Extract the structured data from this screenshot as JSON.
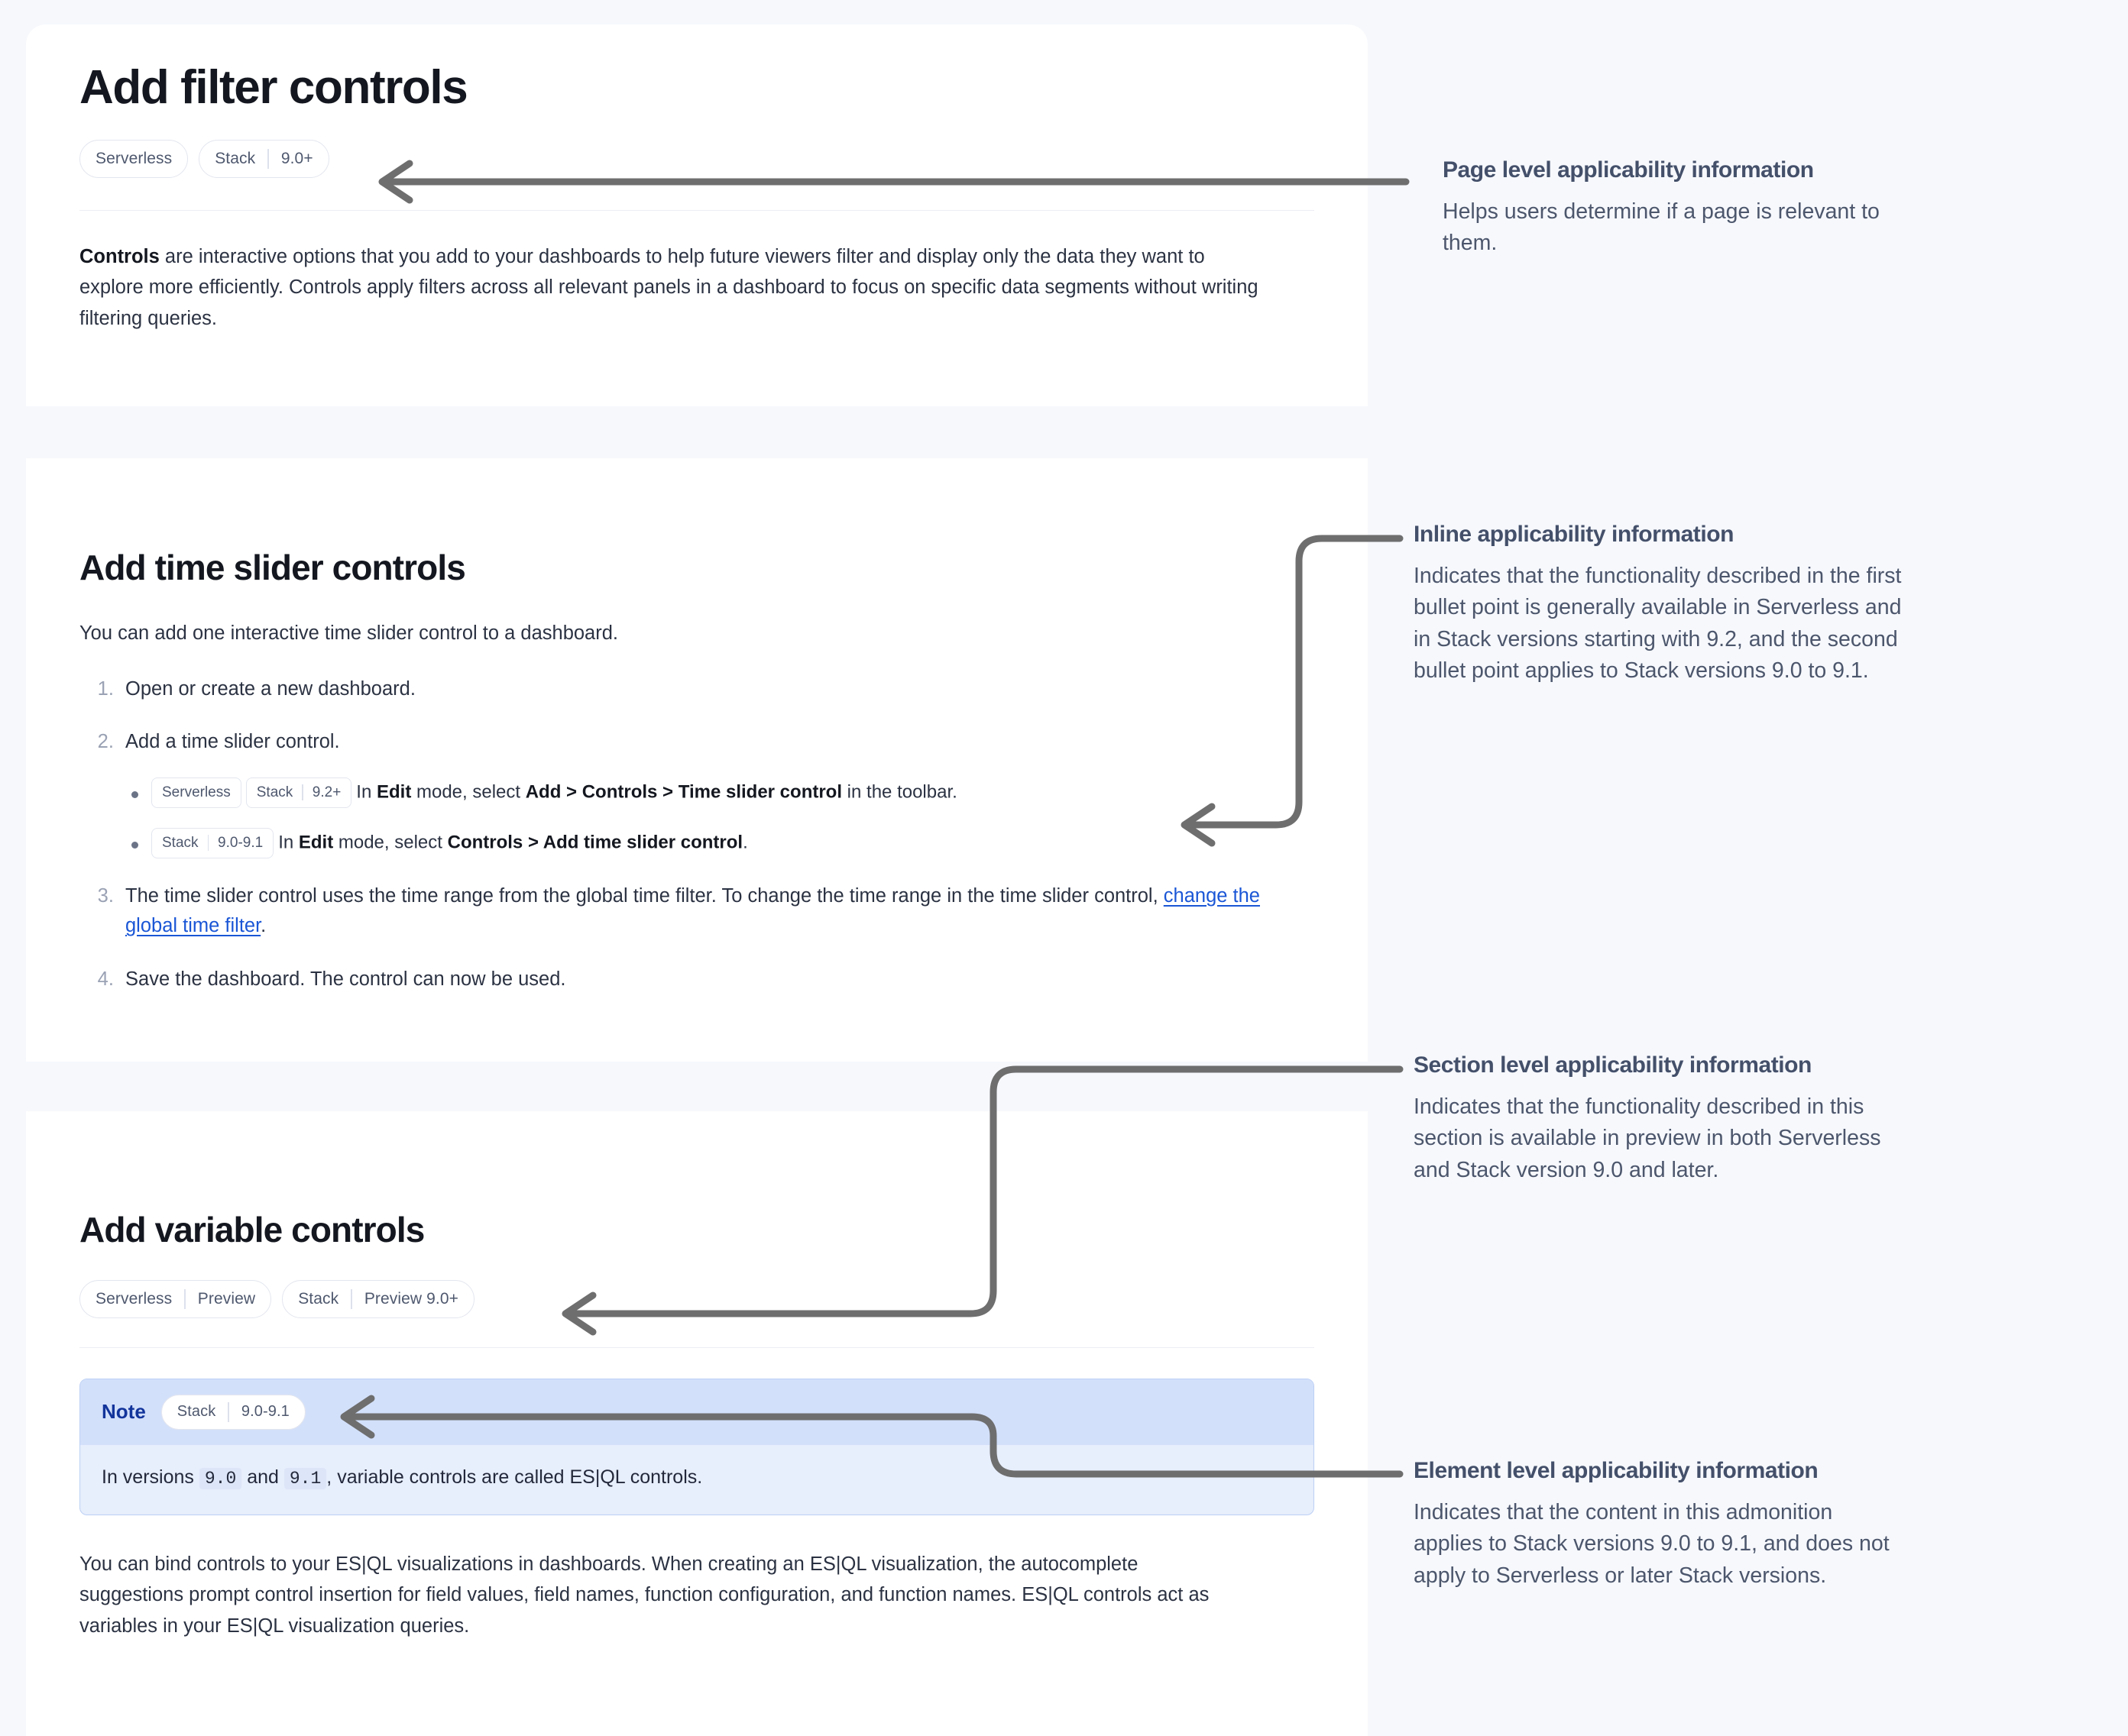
{
  "colors": {
    "page_bg": "#f6f8fc",
    "card_bg": "#ffffff",
    "connector": "#6e6e6e",
    "link": "#1a56d6",
    "note_border": "#bcd0f5",
    "note_head_bg": "#d3e0fa",
    "note_body_bg": "#e7eefc",
    "note_title": "#12349b",
    "badge_text": "#4e586e",
    "annotation_heading": "#44506a",
    "annotation_text": "#4c566c"
  },
  "doc": {
    "page_title": "Add filter controls",
    "page_badges": [
      {
        "segments": [
          "Serverless"
        ]
      },
      {
        "segments": [
          "Stack",
          "9.0+"
        ]
      }
    ],
    "intro": {
      "lead": "Controls",
      "rest": " are interactive options that you add to your dashboards to help future viewers filter and display only the data they want to explore more efficiently. Controls apply filters across all relevant panels in a dashboard to focus on specific data segments without writing filtering queries."
    },
    "section_time_slider": {
      "title": "Add time slider controls",
      "intro": "You can add one interactive time slider control to a dashboard.",
      "steps": [
        {
          "text": "Open or create a new dashboard."
        },
        {
          "text": "Add a time slider control.",
          "bullets": [
            {
              "tags": [
                {
                  "segments": [
                    "Serverless"
                  ]
                },
                {
                  "segments": [
                    "Stack",
                    "9.2+"
                  ]
                }
              ],
              "parts": [
                {
                  "t": "In ",
                  "b": false
                },
                {
                  "t": "Edit",
                  "b": true
                },
                {
                  "t": " mode, select ",
                  "b": false
                },
                {
                  "t": "Add > Controls > Time slider control",
                  "b": true
                },
                {
                  "t": " in the toolbar.",
                  "b": false
                }
              ]
            },
            {
              "tags": [
                {
                  "segments": [
                    "Stack",
                    "9.0-9.1"
                  ]
                }
              ],
              "parts": [
                {
                  "t": "In ",
                  "b": false
                },
                {
                  "t": "Edit",
                  "b": true
                },
                {
                  "t": " mode, select ",
                  "b": false
                },
                {
                  "t": "Controls > Add time slider control",
                  "b": true
                },
                {
                  "t": ".",
                  "b": false
                }
              ]
            }
          ]
        },
        {
          "text_before_link": "The time slider control uses the time range from the global time filter. To change the time range in the time slider control, ",
          "link_text": "change the global time filter",
          "text_after_link": "."
        },
        {
          "text": "Save the dashboard. The control can now be used."
        }
      ]
    },
    "section_variable": {
      "title": "Add variable controls",
      "badges": [
        {
          "segments": [
            "Serverless",
            "Preview"
          ]
        },
        {
          "segments": [
            "Stack",
            "Preview 9.0+"
          ]
        }
      ],
      "note": {
        "title": "Note",
        "badge": {
          "segments": [
            "Stack",
            "9.0-9.1"
          ]
        },
        "parts": [
          {
            "t": "In versions ",
            "code": false
          },
          {
            "t": "9.0",
            "code": true
          },
          {
            "t": " and ",
            "code": false
          },
          {
            "t": "9.1",
            "code": true
          },
          {
            "t": ", variable controls are called ES|QL controls.",
            "code": false
          }
        ]
      },
      "paragraph": "You can bind controls to your ES|QL visualizations in dashboards. When creating an ES|QL visualization, the autocomplete suggestions prompt control insertion for field values, field names, function configuration, and function names. ES|QL controls act as variables in your ES|QL visualization queries."
    }
  },
  "annotations": [
    {
      "id": "page-level",
      "heading": "Page level applicability information",
      "body": "Helps users determine if a page is relevant to them."
    },
    {
      "id": "inline",
      "heading": "Inline applicability information",
      "body": "Indicates that the functionality described in the first bullet point is generally available in Serverless and in Stack versions starting with 9.2, and the second bullet point applies to Stack versions 9.0 to 9.1."
    },
    {
      "id": "section-level",
      "heading": "Section level applicability information",
      "body": "Indicates that the functionality described in this section is available in preview in both Serverless and Stack version 9.0 and later."
    },
    {
      "id": "element-level",
      "heading": "Element level applicability information",
      "body": "Indicates that the content in this admonition applies to Stack versions 9.0 to 9.1, and does not apply to Serverless or later Stack versions."
    }
  ]
}
